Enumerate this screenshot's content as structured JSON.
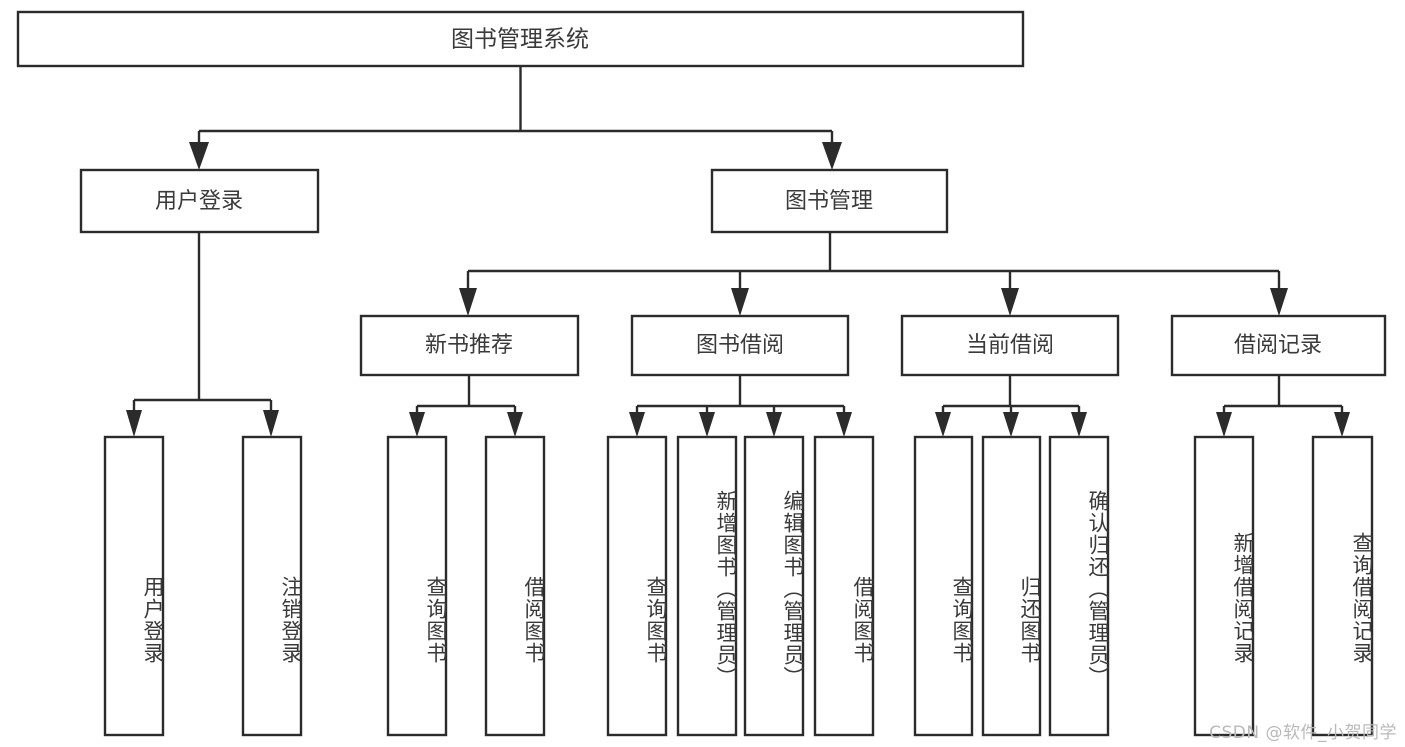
{
  "diagram": {
    "title": "图书管理系统",
    "type": "tree-hierarchy",
    "orientation": "top-down",
    "watermark": "CSDN @软件_小贺同学",
    "colors": {
      "background": "#ffffff",
      "box_fill": "#ffffff",
      "box_stroke": "#2b2b2b",
      "text": "#3a3a3a",
      "watermark": "#b9b9b9"
    }
  },
  "nodes": {
    "root": {
      "label": "图书管理系统"
    },
    "level2": [
      {
        "label": "用户登录"
      },
      {
        "label": "图书管理"
      }
    ],
    "level3": [
      {
        "label": "新书推荐"
      },
      {
        "label": "图书借阅"
      },
      {
        "label": "当前借阅"
      },
      {
        "label": "借阅记录"
      }
    ],
    "leaves": {
      "user_login": [
        {
          "label": "用户登录"
        },
        {
          "label": "注销登录"
        }
      ],
      "new_book_recommend": [
        {
          "label": "查询图书"
        },
        {
          "label": "借阅图书"
        }
      ],
      "book_borrow": [
        {
          "label": "查询图书"
        },
        {
          "label": "新增图书（管理员）"
        },
        {
          "label": "编辑图书（管理员）"
        },
        {
          "label": "借阅图书"
        }
      ],
      "current_borrow": [
        {
          "label": "查询图书"
        },
        {
          "label": "归还图书"
        },
        {
          "label": "确认归还（管理员）"
        }
      ],
      "borrow_record": [
        {
          "label": "新增借阅记录"
        },
        {
          "label": "查询借阅记录"
        }
      ]
    }
  },
  "tree_structure": {
    "图书管理系统": {
      "用户登录": [
        "用户登录",
        "注销登录"
      ],
      "图书管理": {
        "新书推荐": [
          "查询图书",
          "借阅图书"
        ],
        "图书借阅": [
          "查询图书",
          "新增图书（管理员）",
          "编辑图书（管理员）",
          "借阅图书"
        ],
        "当前借阅": [
          "查询图书",
          "归还图书",
          "确认归还（管理员）"
        ],
        "借阅记录": [
          "新增借阅记录",
          "查询借阅记录"
        ]
      }
    }
  }
}
